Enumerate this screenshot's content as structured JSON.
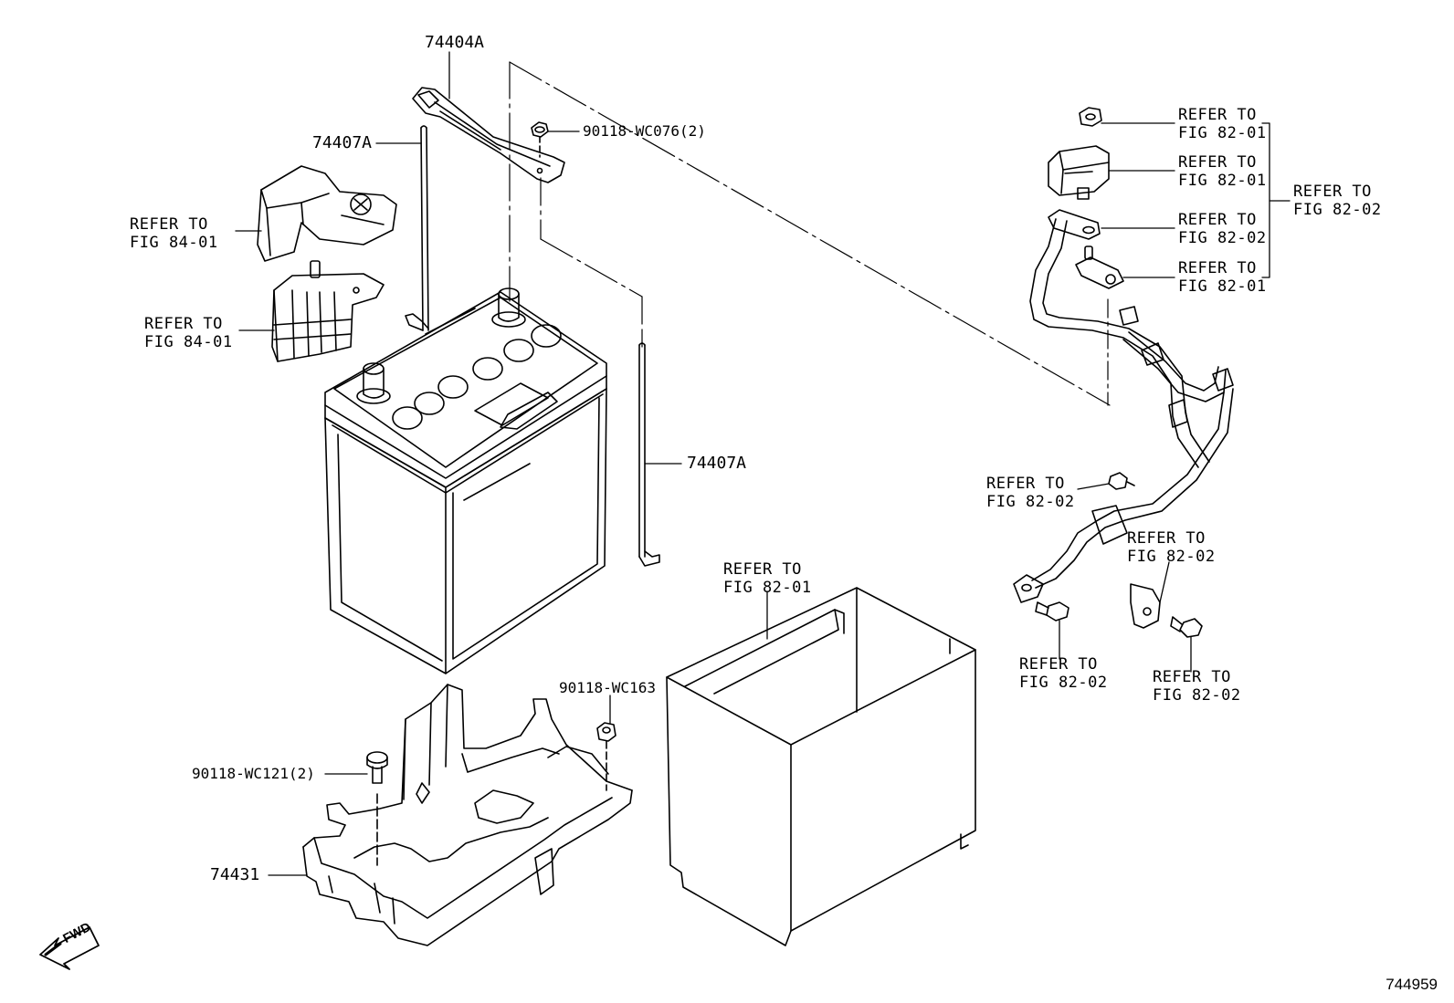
{
  "parts": {
    "hold_down_clamp": "74404A",
    "bolt_left": "74407A",
    "bolt_right": "74407A",
    "nut_clamp": "90118-WC076(2)",
    "nut_tray": "90118-WC163",
    "bolt_tray": "90118-WC121(2)",
    "tray": "74431"
  },
  "refs": {
    "cover_upper": [
      "REFER TO",
      "FIG 84-01"
    ],
    "cover_lower": [
      "REFER TO",
      "FIG 84-01"
    ],
    "case": [
      "REFER TO",
      "FIG 82-01"
    ],
    "nut_top": [
      "REFER TO",
      "FIG 82-01"
    ],
    "fuse_block": [
      "REFER TO",
      "FIG 82-01"
    ],
    "cable_terminal": [
      "REFER TO",
      "FIG 82-02"
    ],
    "terminal_clamp": [
      "REFER TO",
      "FIG 82-01"
    ],
    "group": [
      "REFER TO",
      "FIG 82-02"
    ],
    "clip_nut": [
      "REFER TO",
      "FIG 82-02"
    ],
    "bracket": [
      "REFER TO",
      "FIG 82-02"
    ],
    "bolt_ground": [
      "REFER TO",
      "FIG 82-02"
    ],
    "bolt_bracket": [
      "REFER TO",
      "FIG 82-02"
    ]
  },
  "fwd_label": "FWD",
  "figure_id": "744959"
}
